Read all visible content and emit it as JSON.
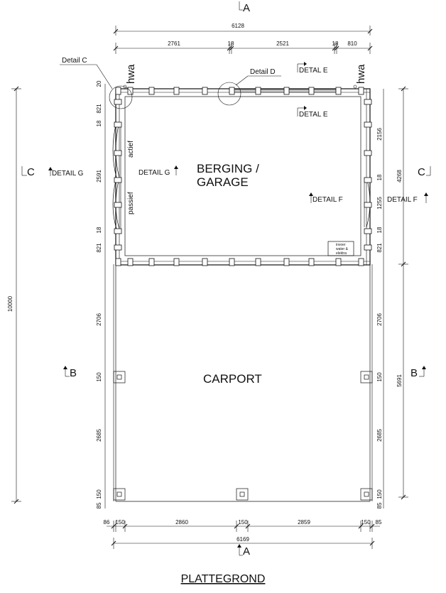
{
  "section_marks": {
    "a_top": "A",
    "a_bottom": "A",
    "b_left": "B",
    "b_right": "B",
    "c_left": "C",
    "c_right": "C"
  },
  "details": {
    "detail_c": "Detail C",
    "detail_d": "Detail D",
    "detail_e_top": "DETAL E",
    "detail_e_mid": "DETAL E",
    "detail_f_inner": "DETAIL F",
    "detail_f_right": "DETAIL F",
    "detail_g_left": "DETAIL G",
    "detail_g_inner": "DETAIL G"
  },
  "notes": {
    "hwa_left": "hwa",
    "hwa_right": "hwa",
    "actief": "actief",
    "passief": "passief",
    "invoer_1": "invoer",
    "invoer_2": "water &",
    "invoer_3": "elektra"
  },
  "rooms": {
    "storage_line1": "BERGING /",
    "storage_line2": "GARAGE",
    "carport": "CARPORT"
  },
  "title": "PLATTEGROND",
  "dims_top": {
    "overall": "6128",
    "seg1": "2761",
    "seg2": "18",
    "seg3": "2521",
    "seg4": "18",
    "seg5": "810"
  },
  "dims_bottom": {
    "overall": "6169",
    "seg1": "86",
    "seg2": "150",
    "seg3": "2860",
    "seg4": "150",
    "seg5": "2859",
    "seg6": "150",
    "seg7": "85"
  },
  "dims_left_outer": {
    "overall": "10000"
  },
  "dims_left_inner": {
    "s1": "20",
    "s2": "821",
    "s3": "18",
    "s4": "2591",
    "s5": "18",
    "s6": "821",
    "s7": "2706",
    "s8": "150",
    "s9": "2685",
    "s10": "150",
    "s11": "85"
  },
  "dims_right_inner": {
    "s1": "2156",
    "s2": "18",
    "s3": "1255",
    "s4": "18",
    "s5": "821",
    "s6": "2706",
    "s7": "150",
    "s8": "2685",
    "s9": "150",
    "s10": "85"
  },
  "dims_right_outer": {
    "upper": "4268",
    "lower": "5691"
  }
}
